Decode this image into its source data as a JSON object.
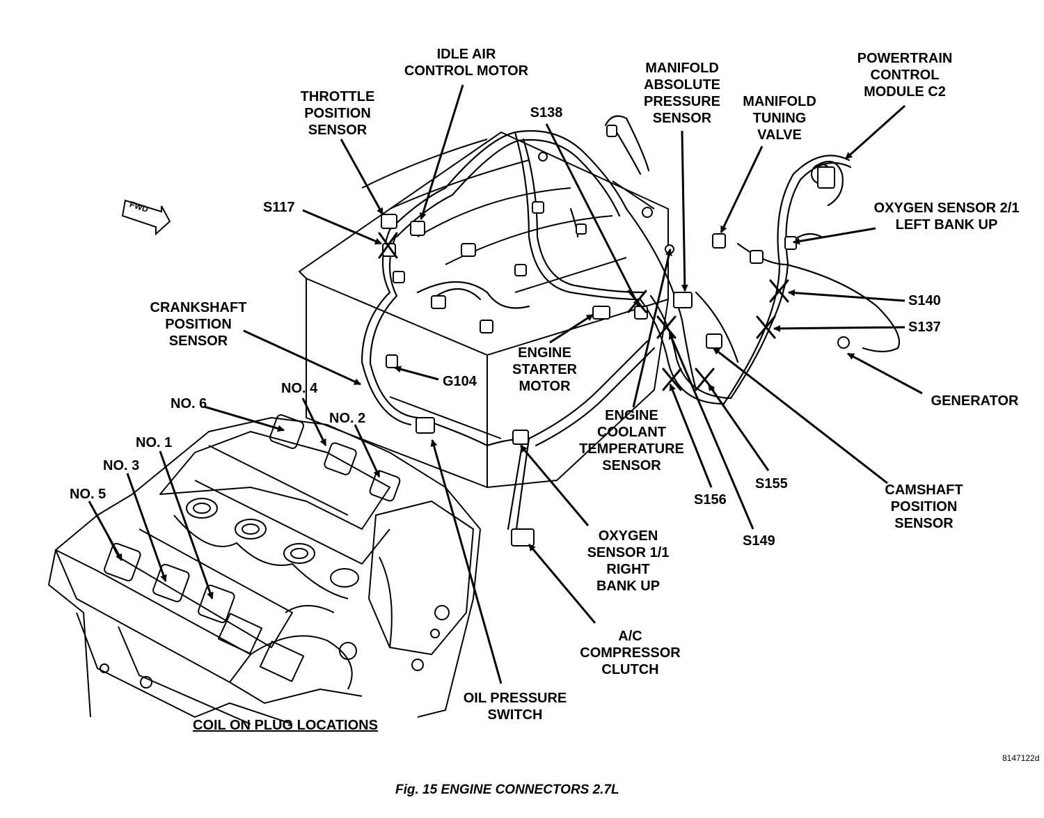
{
  "labels": {
    "idle_air": "IDLE AIR\nCONTROL MOTOR",
    "throttle": "THROTTLE\nPOSITION\nSENSOR",
    "s138": "S138",
    "map": "MANIFOLD\nABSOLUTE\nPRESSURE\nSENSOR",
    "tuning": "MANIFOLD\nTUNING\nVALVE",
    "pcm": "POWERTRAIN\nCONTROL\nMODULE C2",
    "s117": "S117",
    "fwd": "FWD",
    "o2_21": "OXYGEN SENSOR 2/1\nLEFT BANK UP",
    "crank": "CRANKSHAFT\nPOSITION\nSENSOR",
    "s140": "S140",
    "s137": "S137",
    "starter": "ENGINE\nSTARTER\nMOTOR",
    "g104": "G104",
    "generator": "GENERATOR",
    "no6": "NO. 6",
    "no4": "NO. 4",
    "no2": "NO. 2",
    "no1": "NO. 1",
    "no3": "NO. 3",
    "no5": "NO. 5",
    "coolant": "ENGINE\nCOOLANT\nTEMPERATURE\nSENSOR",
    "s155": "S155",
    "s156": "S156",
    "camshaft": "CAMSHAFT\nPOSITION\nSENSOR",
    "s149": "S149",
    "o2_11": "OXYGEN\nSENSOR 1/1\nRIGHT\nBANK UP",
    "ac": "A/C\nCOMPRESSOR\nCLUTCH",
    "oil": "OIL PRESSURE\nSWITCH",
    "coil_locations": "COIL ON PLUG LOCATIONS"
  },
  "figure_id": "8147122d",
  "caption": "Fig. 15 ENGINE CONNECTORS 2.7L"
}
